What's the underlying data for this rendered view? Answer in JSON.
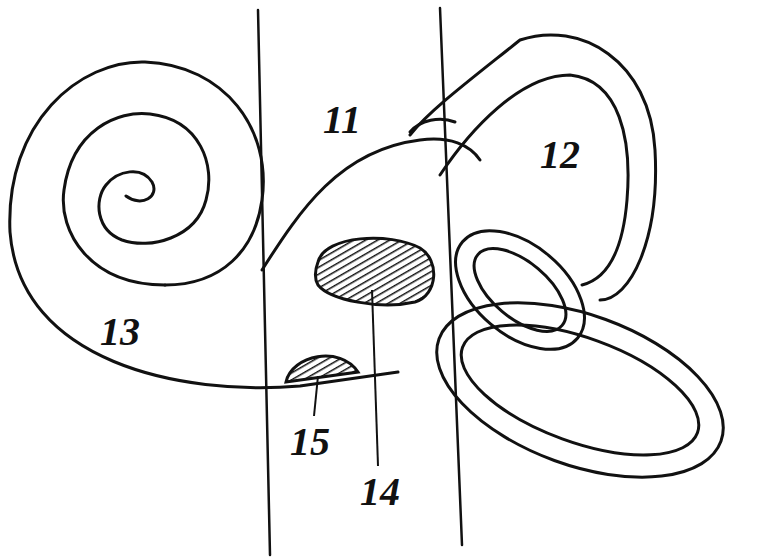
{
  "diagram": {
    "labels": [
      "11",
      "12",
      "13",
      "14",
      "15"
    ]
  }
}
